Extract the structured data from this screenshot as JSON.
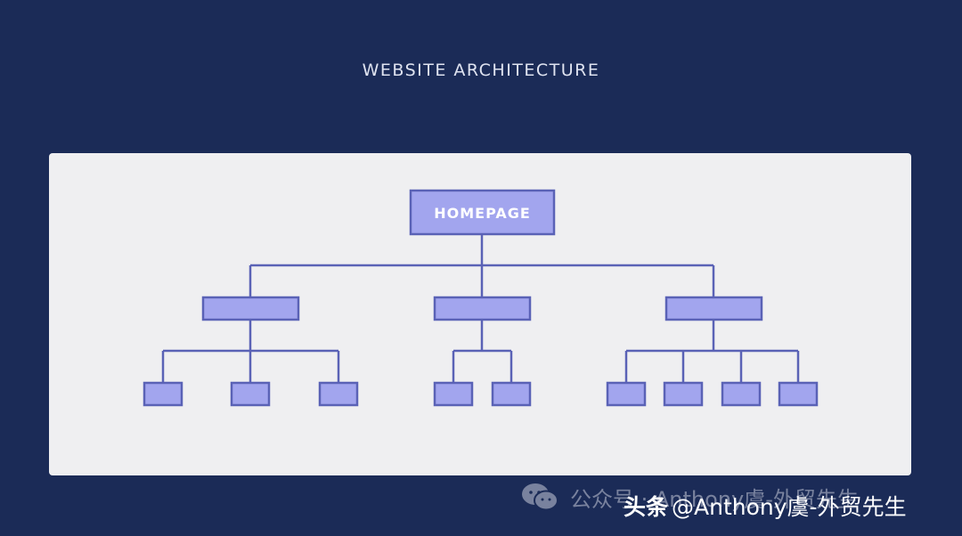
{
  "title": "WEBSITE ARCHITECTURE",
  "diagram": {
    "root_label": "HOMEPAGE",
    "branches": [
      {
        "children": 3
      },
      {
        "children": 2
      },
      {
        "children": 4
      }
    ]
  },
  "colors": {
    "background": "#1b2b57",
    "panel": "#efeff1",
    "node_fill": "#a2a5ee",
    "node_stroke": "#5a62b6"
  },
  "watermark": {
    "icon": "wechat-icon",
    "text": "公众号 · Anthony虞-外贸先生"
  },
  "credit": {
    "brand": "头条",
    "handle": "@Anthony虞-外贸先生"
  }
}
